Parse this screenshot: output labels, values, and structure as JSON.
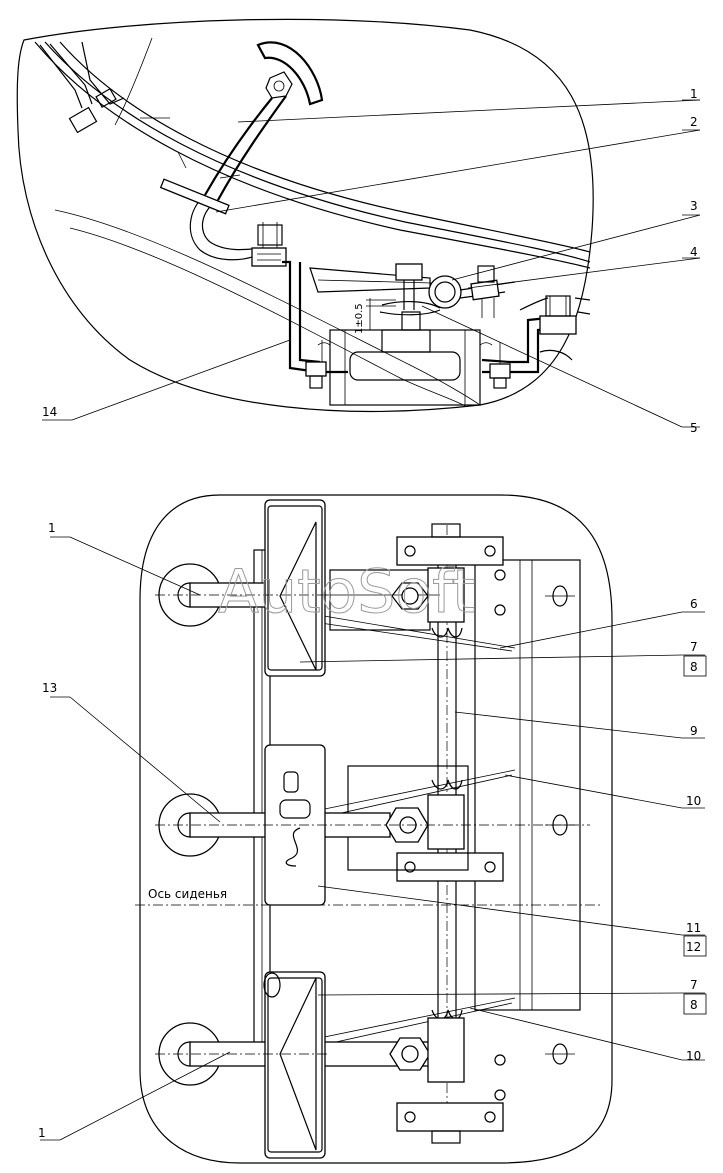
{
  "watermark": "AutoSoft",
  "top_view": {
    "callouts": [
      "1",
      "2",
      "3",
      "4",
      "5",
      "14"
    ],
    "dimension": "1±0.5"
  },
  "bottom_view": {
    "callouts": {
      "c1a": "1",
      "c1b": "1",
      "c6": "6",
      "c7a": "7",
      "c8a": "8",
      "c9": "9",
      "c10a": "10",
      "c11": "11",
      "c12": "12",
      "c13": "13",
      "c7b": "7",
      "c8b": "8",
      "c10b": "10"
    },
    "axis_label": "Ось сиденья"
  }
}
